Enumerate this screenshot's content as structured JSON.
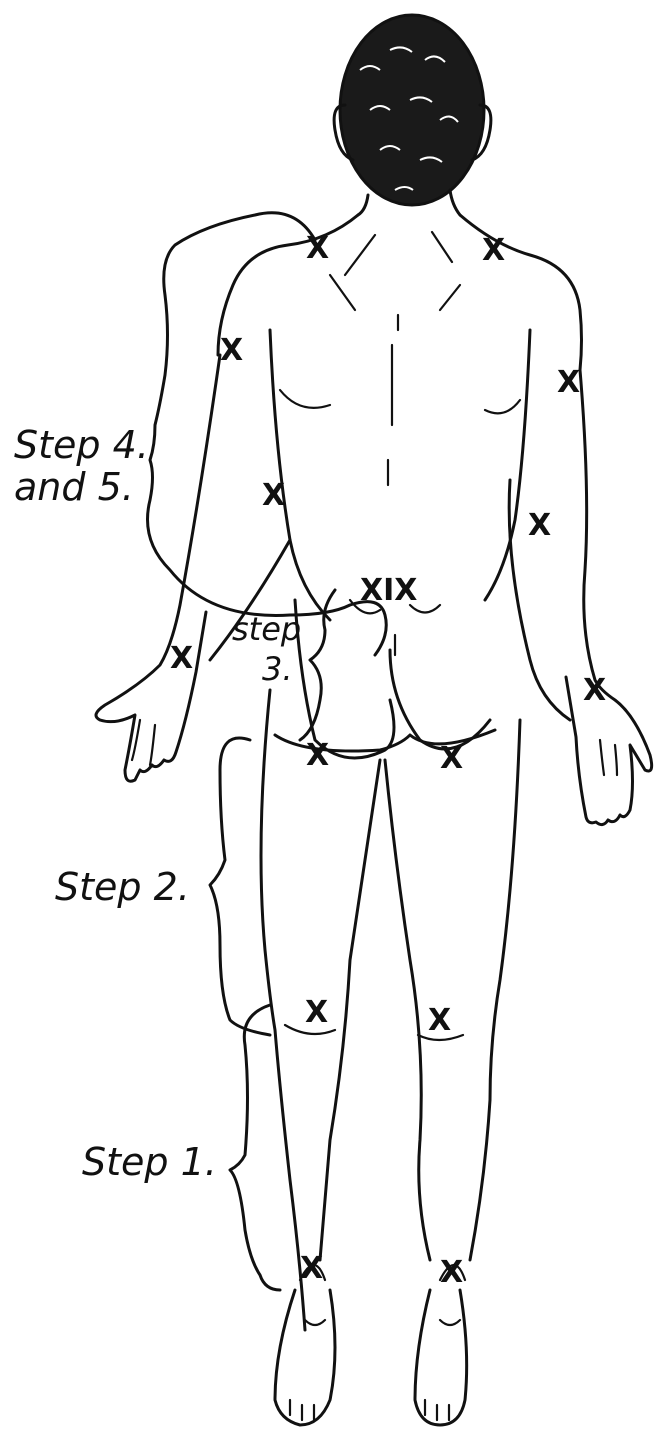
{
  "figure": {
    "labels": {
      "step45_line1": "Step 4.",
      "step45_line2": "and 5.",
      "step3_line1": "step",
      "step3_line2": "3.",
      "step2": "Step 2.",
      "step1": "Step 1."
    },
    "point_mark": "X",
    "sacral_marks": "XIX"
  }
}
